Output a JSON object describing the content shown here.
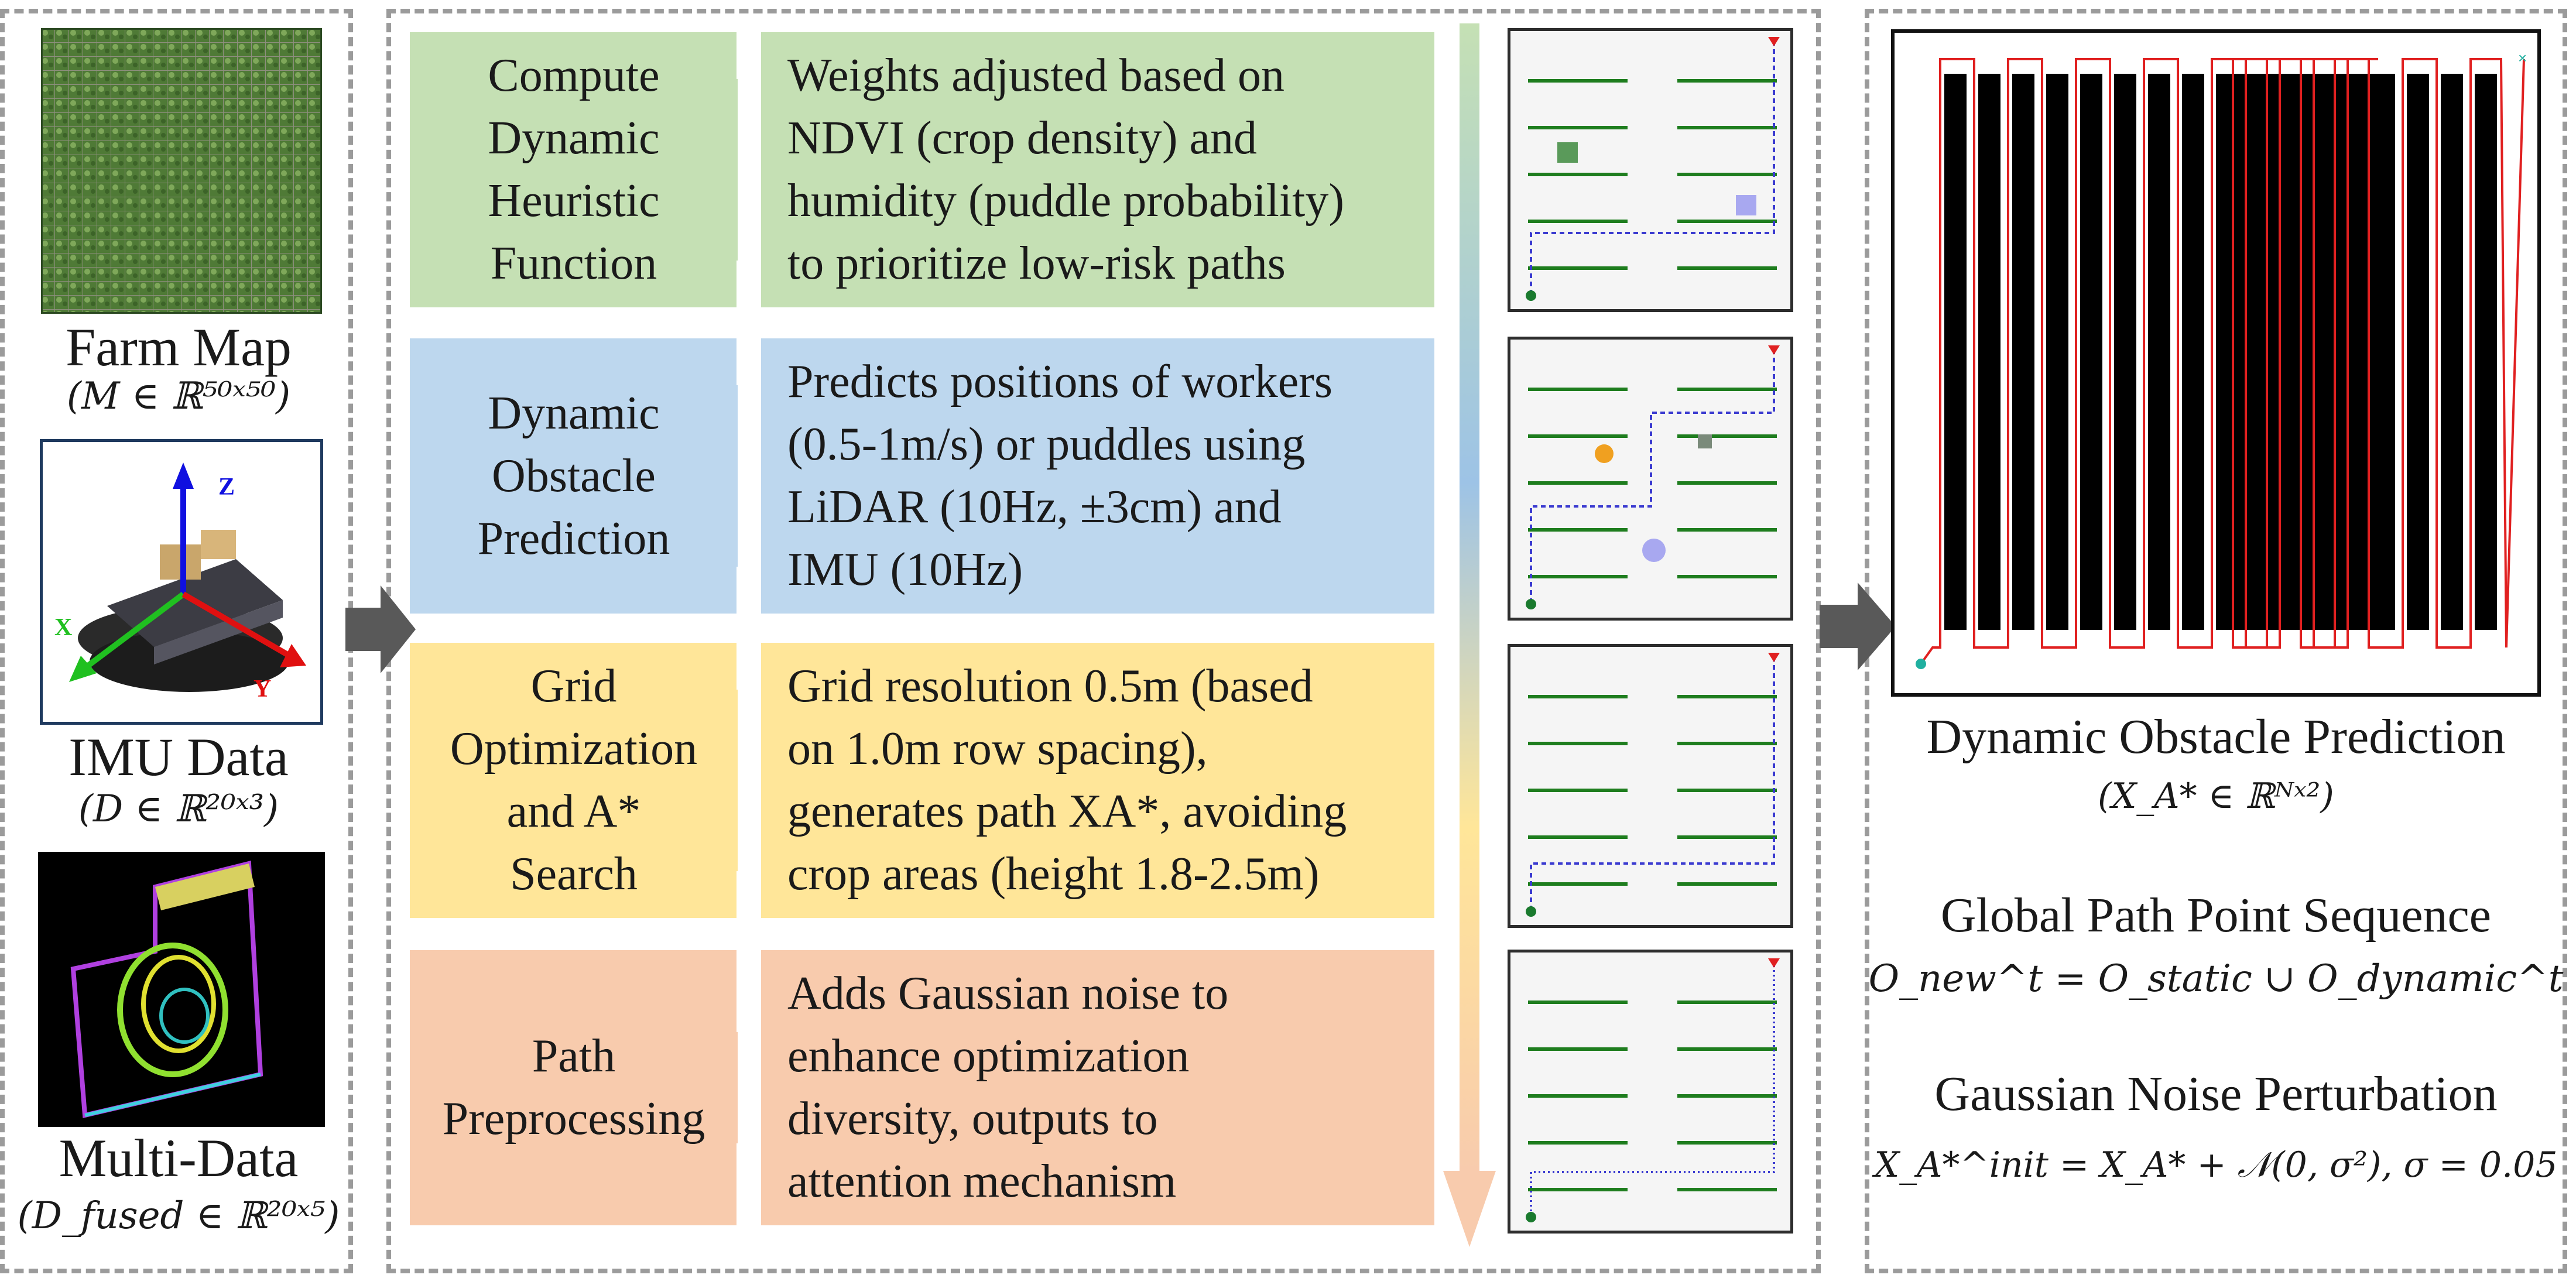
{
  "inputs": {
    "farm_map": {
      "label": "Farm Map",
      "formula": "(M ∈ ℝ⁵⁰ˣ⁵⁰)"
    },
    "imu": {
      "label": "IMU Data",
      "formula": "(D ∈ ℝ²⁰ˣ³)",
      "axes": {
        "x": "X",
        "y": "Y",
        "z": "Z"
      }
    },
    "multi": {
      "label": "Multi-Data",
      "formula": "(D_fused ∈ ℝ²⁰ˣ⁵)"
    }
  },
  "stages": [
    {
      "title_lines": [
        "Compute",
        "Dynamic",
        "Heuristic",
        "Function"
      ],
      "desc_lines": [
        "Weights adjusted based on",
        "NDVI (crop density) and",
        "humidity (puddle probability)",
        "to prioritize low-risk paths"
      ],
      "color_left": "#c5e0b4",
      "color_right": "#c5e0b4"
    },
    {
      "title_lines": [
        "Dynamic",
        "Obstacle",
        "Prediction"
      ],
      "desc_lines": [
        "Predicts positions of workers",
        "(0.5-1m/s) or puddles using",
        "LiDAR (10Hz, ±3cm) and",
        "IMU (10Hz)"
      ],
      "color_left": "#bdd7ee",
      "color_right": "#bdd7ee"
    },
    {
      "title_lines": [
        "Grid",
        "Optimization",
        "and A*",
        "Search"
      ],
      "desc_lines": [
        "Grid resolution 0.5m (based",
        "on 1.0m row spacing),",
        "generates path XA*, avoiding",
        "crop areas (height 1.8-2.5m)"
      ],
      "color_left": "#ffe699",
      "color_right": "#ffe699"
    },
    {
      "title_lines": [
        "Path",
        "Preprocessing"
      ],
      "desc_lines": [
        "Adds Gaussian noise to",
        "enhance optimization",
        "diversity, outputs to",
        "attention mechanism"
      ],
      "color_left": "#f8cbad",
      "color_right": "#f8cbad"
    }
  ],
  "outputs": {
    "labels": [
      {
        "title": "Dynamic Obstacle Prediction",
        "formula": "(X_A* ∈ ℝᴺˣ²)"
      },
      {
        "title": "Global Path Point Sequence",
        "formula": "O_new^t = O_static ∪ O_dynamic^t"
      },
      {
        "title": "Gaussian Noise Perturbation",
        "formula": "X_A*^init = X_A* + 𝒩(0, σ²), σ = 0.05"
      }
    ]
  },
  "colors": {
    "border": "#9b9b9b",
    "arrow": "#595959",
    "crop_row": "#1e7d1e",
    "path": "#3a3ad0",
    "goal": "#e02020",
    "start": "#1a7a2e",
    "route": "#e02020"
  }
}
